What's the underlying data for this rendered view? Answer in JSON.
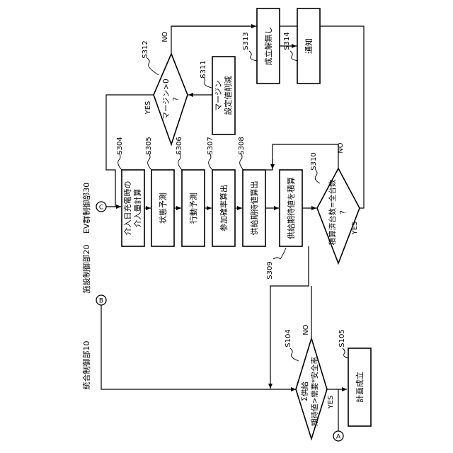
{
  "headers": {
    "integrated": "統合制御部10",
    "facility": "施設制御部20",
    "ev_group": "EV群制御部30"
  },
  "connectors": {
    "a": "A",
    "b": "B",
    "c": "C"
  },
  "steps": {
    "s304": {
      "id": "S304",
      "line1": "介入日充電時の",
      "line2": "介入量計算"
    },
    "s305": {
      "id": "S305",
      "text": "状態予測"
    },
    "s306": {
      "id": "S306",
      "text": "行動予測"
    },
    "s307": {
      "id": "S307",
      "text": "参加確率算出"
    },
    "s308": {
      "id": "S308",
      "text": "供給期待値算出"
    },
    "s309": {
      "id": "S309",
      "text": "供給期待値を積算"
    },
    "s310": {
      "id": "S310",
      "line1": "積算済台数=全台数",
      "line2": "?",
      "yes": "YES",
      "no": "NO"
    },
    "s311": {
      "id": "S311",
      "line1": "マージン",
      "line2": "設定値削減"
    },
    "s312": {
      "id": "S312",
      "line1": "マージン>0",
      "line2": "?",
      "yes": "YES",
      "no": "NO"
    },
    "s313": {
      "id": "S313",
      "text": "成立解無し"
    },
    "s314": {
      "id": "S314",
      "text": "通知"
    },
    "s104": {
      "id": "S104",
      "line1": "Σ供給",
      "line2": "期待値>需要*安全率",
      "yes": "YES",
      "no": "NO"
    },
    "s105": {
      "id": "S105",
      "text": "計画成立"
    }
  }
}
